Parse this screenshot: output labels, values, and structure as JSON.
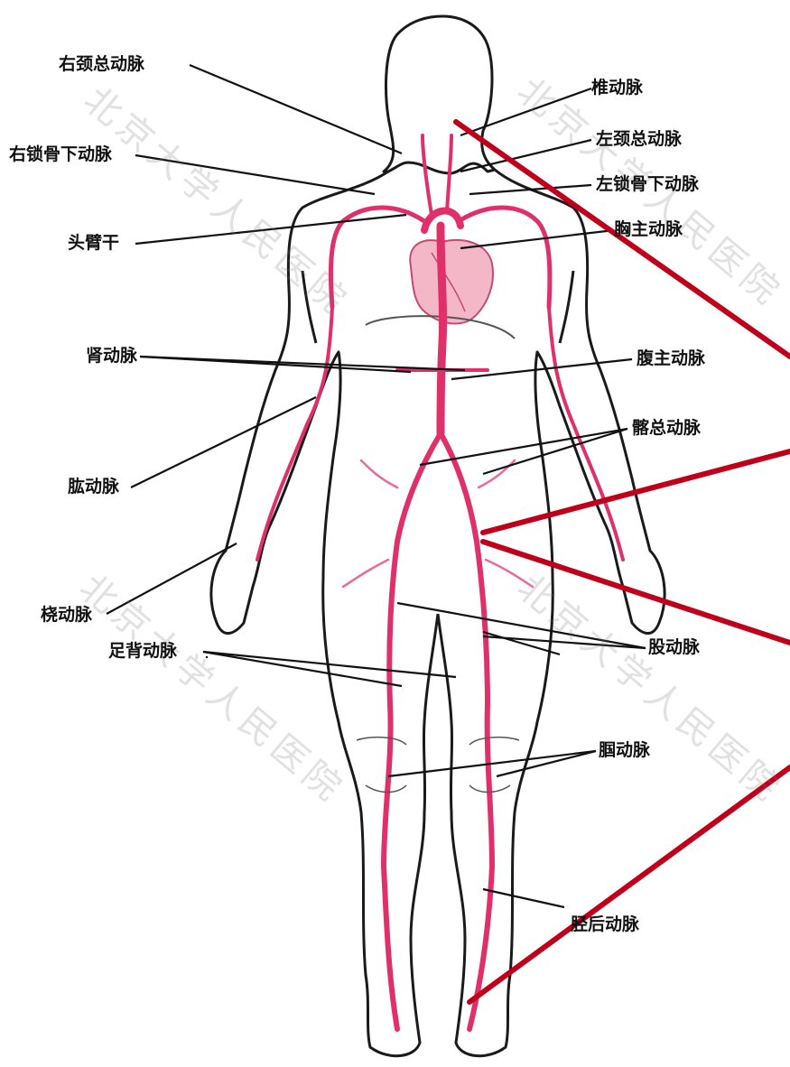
{
  "labels": {
    "right_common_carotid": "右颈总动脉",
    "right_subclavian": "右锁骨下动脉",
    "brachiocephalic_trunk": "头臂干",
    "renal_artery": "肾动脉",
    "brachial_artery": "肱动脉",
    "radial_artery": "桡动脉",
    "dorsalis_pedis": "足背动脉",
    "vertebral_artery": "椎动脉",
    "left_common_carotid": "左颈总动脉",
    "left_subclavian": "左锁骨下动脉",
    "thoracic_aorta": "胸主动脉",
    "abdominal_aorta": "腹主动脉",
    "common_iliac": "髂总动脉",
    "femoral_artery": "股动脉",
    "popliteal_artery": "腘动脉",
    "posterior_tibial": "胫后动脉"
  },
  "watermark": "北京大学人民医院",
  "colors": {
    "artery": "#e0306a",
    "artery_light": "#f2a3bd",
    "outline": "#1a1a1a",
    "leader": "#111111",
    "highlight_line": "#c0001a"
  }
}
